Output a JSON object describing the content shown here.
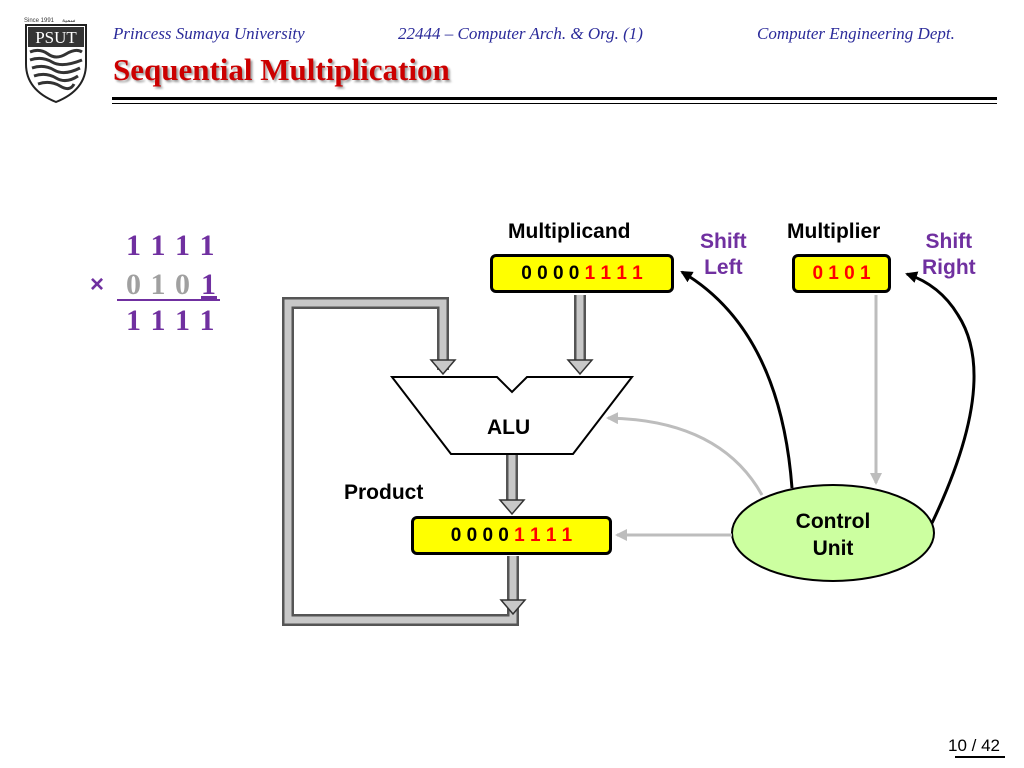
{
  "header": {
    "university": "Princess Sumaya University",
    "course": "22444 – Computer Arch. & Org. (1)",
    "department": "Computer Engineering Dept."
  },
  "logo": {
    "since": "Since 1991",
    "arabic": "سمية",
    "abbr": "PSUT"
  },
  "title": "Sequential Multiplication",
  "calculation": {
    "multiplicand": "1 1 1 1",
    "operator": "×",
    "multiplier_done": "0 1 0",
    "multiplier_current": "1",
    "result": "1 1 1 1"
  },
  "diagram": {
    "multiplicand_label": "Multiplicand",
    "multiplicand_high": "0 0 0 0",
    "multiplicand_low": "1 1 1 1",
    "shift_left": "Shift\nLeft",
    "multiplier_label": "Multiplier",
    "multiplier_value": "0 1 0 1",
    "shift_right": "Shift\nRight",
    "alu_label": "ALU",
    "product_label": "Product",
    "product_high": "0 0 0 0",
    "product_low": "1 1 1 1",
    "control_unit": "Control\nUnit"
  },
  "colors": {
    "title": "#cc0000",
    "header": "#2b2b9a",
    "purple": "#7030a0",
    "register": "#ffff00",
    "control_unit": "#ccffa0"
  },
  "footer": {
    "page": "10 / 42"
  }
}
